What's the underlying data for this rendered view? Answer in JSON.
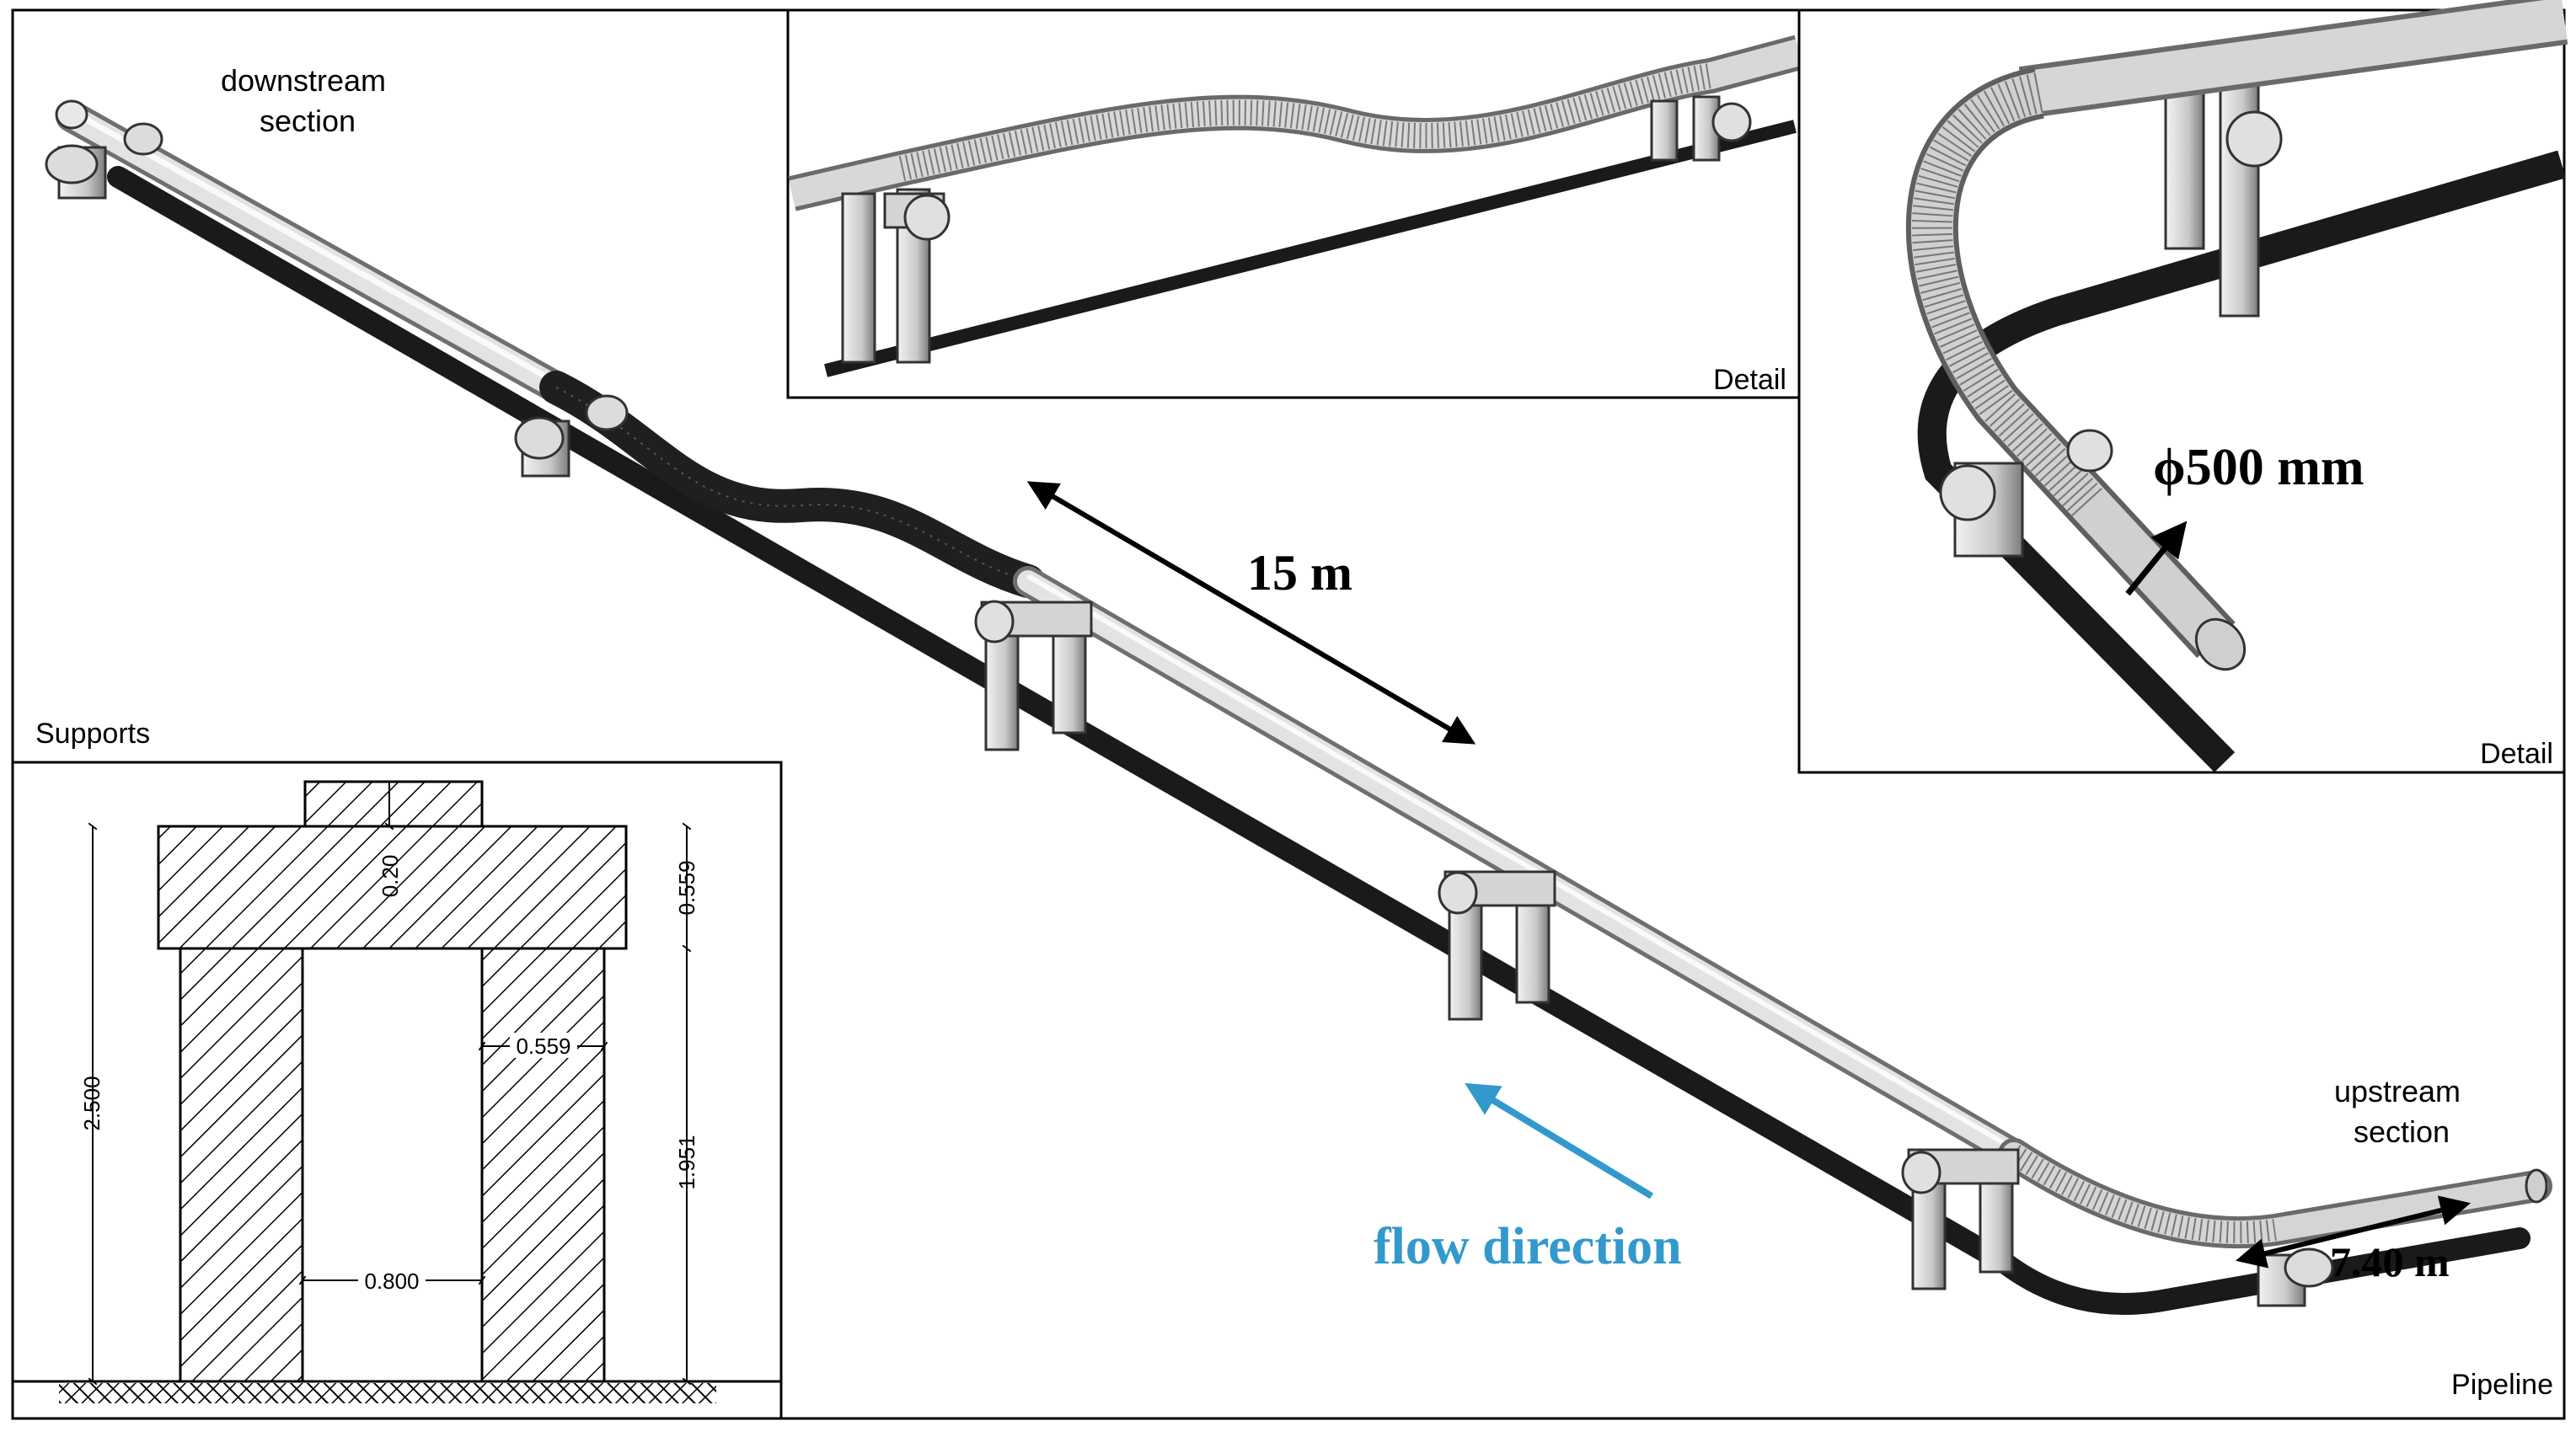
{
  "labels": {
    "downstream": [
      "downstream",
      "section"
    ],
    "upstream": [
      "upstream",
      "section"
    ],
    "length_main": "15 m",
    "length_short": "7.40 m",
    "flow": "flow direction",
    "diameter": "ϕ500 mm",
    "supports": "Supports",
    "detail_1": "Detail",
    "detail_2": "Detail",
    "pipeline": "Pipeline"
  },
  "support_dims": {
    "total_height": "2.500",
    "cap_height": "0.559",
    "leg_height": "1.951",
    "leg_width": "0.559",
    "inner_gap": "0.800",
    "top_block": "0.20"
  },
  "colors": {
    "flow_arrow": "#3399cc",
    "frame": "#000000",
    "pipe": "#d9d9d9",
    "shadow": "#1a1a1a",
    "flex_hose": "#2b2b2b"
  }
}
